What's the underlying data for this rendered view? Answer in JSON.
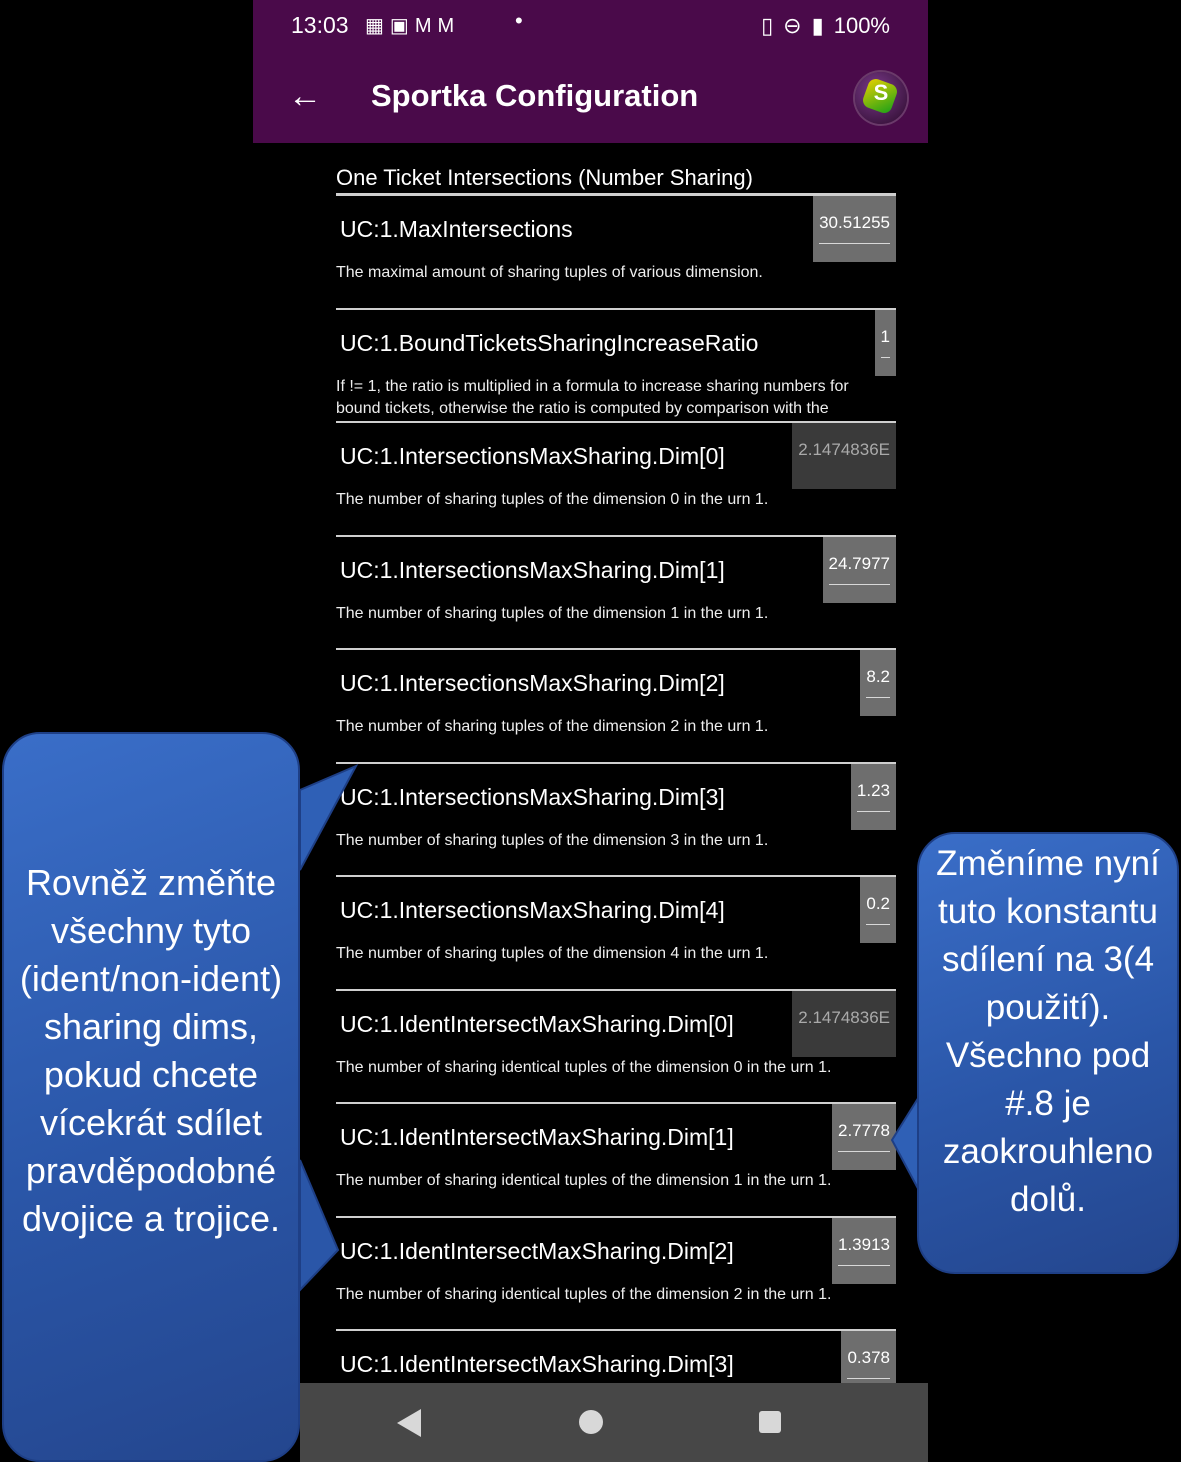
{
  "status_bar": {
    "time": "13:03",
    "battery": "100%"
  },
  "app_bar": {
    "title": "Sportka Configuration",
    "back_icon": "arrow-left-icon",
    "logo_icon": "sportka-logo-icon"
  },
  "section": {
    "title": "One Ticket Intersections (Number Sharing)"
  },
  "rows": [
    {
      "title": "UC:1.MaxIntersections",
      "value": "30.51255",
      "desc": "The maximal amount of sharing tuples of various dimension."
    },
    {
      "title": "UC:1.BoundTicketsSharingIncreaseRatio",
      "value": "1",
      "desc": "If != 1, the ratio is multiplied in a formula to increase sharing numbers for bound tickets, otherwise the ratio is computed by comparison with the"
    },
    {
      "title": "UC:1.IntersectionsMaxSharing.Dim[0]",
      "value": "2.1474836E",
      "desc": "The number of sharing tuples of the dimension 0 in the urn 1."
    },
    {
      "title": "UC:1.IntersectionsMaxSharing.Dim[1]",
      "value": "24.7977",
      "desc": "The number of sharing tuples of the dimension 1 in the urn 1."
    },
    {
      "title": "UC:1.IntersectionsMaxSharing.Dim[2]",
      "value": "8.2",
      "desc": "The number of sharing tuples of the dimension 2 in the urn 1."
    },
    {
      "title": "UC:1.IntersectionsMaxSharing.Dim[3]",
      "value": "1.23",
      "desc": "The number of sharing tuples of the dimension 3 in the urn 1."
    },
    {
      "title": "UC:1.IntersectionsMaxSharing.Dim[4]",
      "value": "0.2",
      "desc": "The number of sharing tuples of the dimension 4 in the urn 1."
    },
    {
      "title": "UC:1.IdentIntersectMaxSharing.Dim[0]",
      "value": "2.1474836E",
      "desc": "The number of sharing identical tuples of the dimension 0 in the urn 1."
    },
    {
      "title": "UC:1.IdentIntersectMaxSharing.Dim[1]",
      "value": "2.7778",
      "desc": "The number of sharing identical tuples of the dimension 1 in the urn 1."
    },
    {
      "title": "UC:1.IdentIntersectMaxSharing.Dim[2]",
      "value": "1.3913",
      "desc": "The number of sharing identical tuples of the dimension 2 in the urn 1."
    },
    {
      "title": "UC:1.IdentIntersectMaxSharing.Dim[3]",
      "value": "0.378",
      "desc": ""
    }
  ],
  "callouts": {
    "left": "Rovněž změňte všechny tyto (ident/non-ident) sharing dims, pokud chcete vícekrát sdílet pravděpodobné dvojice a trojice.",
    "right": "Změníme nyní tuto konstantu sdílení na 3(4 použití). Všechno pod #.8 je zaokrouhleno dolů."
  },
  "colors": {
    "app_bar": "#4a0a4a",
    "value_box": "#6e6e6e",
    "value_box_disabled": "#3a3a3a",
    "callout": "#2a56a8"
  }
}
